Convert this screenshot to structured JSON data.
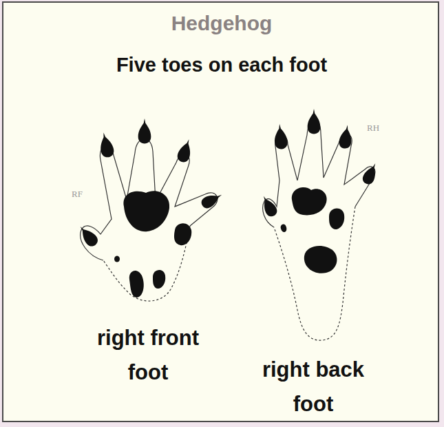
{
  "diagram": {
    "title": "Hedgehog",
    "labels": [
      "Five toes on each foot",
      "RF",
      "RH",
      "right front foot",
      "right back foot"
    ]
  }
}
